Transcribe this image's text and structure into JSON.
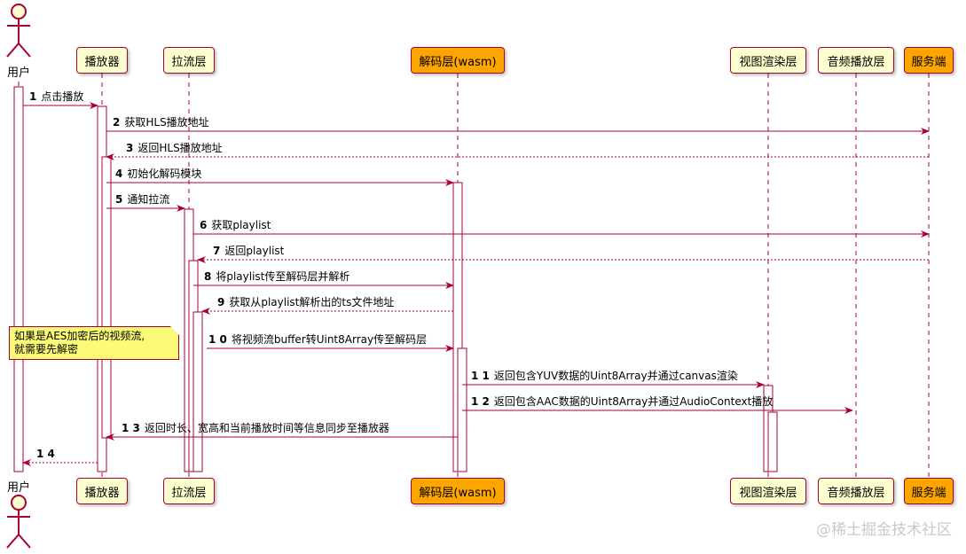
{
  "diagram": {
    "participants": [
      {
        "id": "user",
        "label": "用户",
        "kind": "actor",
        "icon": "actor-icon"
      },
      {
        "id": "player",
        "label": "播放器",
        "kind": "participant",
        "fill": "#fefece"
      },
      {
        "id": "stream",
        "label": "拉流层",
        "kind": "participant",
        "fill": "#fefece"
      },
      {
        "id": "decoder",
        "label": "解码层(wasm)",
        "kind": "participant",
        "fill": "#ffa500"
      },
      {
        "id": "render",
        "label": "视图渲染层",
        "kind": "participant",
        "fill": "#fefece"
      },
      {
        "id": "audio",
        "label": "音频播放层",
        "kind": "participant",
        "fill": "#fefece"
      },
      {
        "id": "server",
        "label": "服务端",
        "kind": "participant",
        "fill": "#ffa500"
      }
    ],
    "messages": [
      {
        "num": "1",
        "text": "点击播放",
        "from": "user",
        "to": "player",
        "style": "solid"
      },
      {
        "num": "2",
        "text": "获取HLS播放地址",
        "from": "player",
        "to": "server",
        "style": "solid"
      },
      {
        "num": "3",
        "text": "返回HLS播放地址",
        "from": "server",
        "to": "player",
        "style": "dotted"
      },
      {
        "num": "4",
        "text": "初始化解码模块",
        "from": "player",
        "to": "decoder",
        "style": "solid"
      },
      {
        "num": "5",
        "text": "通知拉流",
        "from": "player",
        "to": "stream",
        "style": "solid"
      },
      {
        "num": "6",
        "text": "获取playlist",
        "from": "stream",
        "to": "server",
        "style": "solid"
      },
      {
        "num": "7",
        "text": "返回playlist",
        "from": "server",
        "to": "stream",
        "style": "dotted"
      },
      {
        "num": "8",
        "text": "将playlist传至解码层并解析",
        "from": "stream",
        "to": "decoder",
        "style": "solid"
      },
      {
        "num": "9",
        "text": "获取从playlist解析出的ts文件地址",
        "from": "decoder",
        "to": "stream",
        "style": "dotted"
      },
      {
        "num": "1 0",
        "text": "将视频流buffer转Uint8Array传至解码层",
        "from": "stream",
        "to": "decoder",
        "style": "solid"
      },
      {
        "num": "1 1",
        "text": "返回包含YUV数据的Uint8Array并通过canvas渲染",
        "from": "decoder",
        "to": "render",
        "style": "solid"
      },
      {
        "num": "1 2",
        "text": "返回包含AAC数据的Uint8Array并通过AudioContext播放",
        "from": "decoder",
        "to": "audio",
        "style": "solid"
      },
      {
        "num": "1 3",
        "text": "返回时长、宽高和当前播放时间等信息同步至播放器",
        "from": "decoder",
        "to": "player",
        "style": "solid"
      },
      {
        "num": "1 4",
        "text": "",
        "from": "player",
        "to": "user",
        "style": "dotted"
      }
    ],
    "note": {
      "lines": [
        "如果是AES加密后的视频流,",
        "就需要先解密"
      ],
      "fill": "#fbfb77"
    },
    "colors": {
      "line": "#a80036",
      "participant_fill": "#fefece",
      "highlight_fill": "#ffa500"
    }
  },
  "watermark": "@稀土掘金技术社区"
}
